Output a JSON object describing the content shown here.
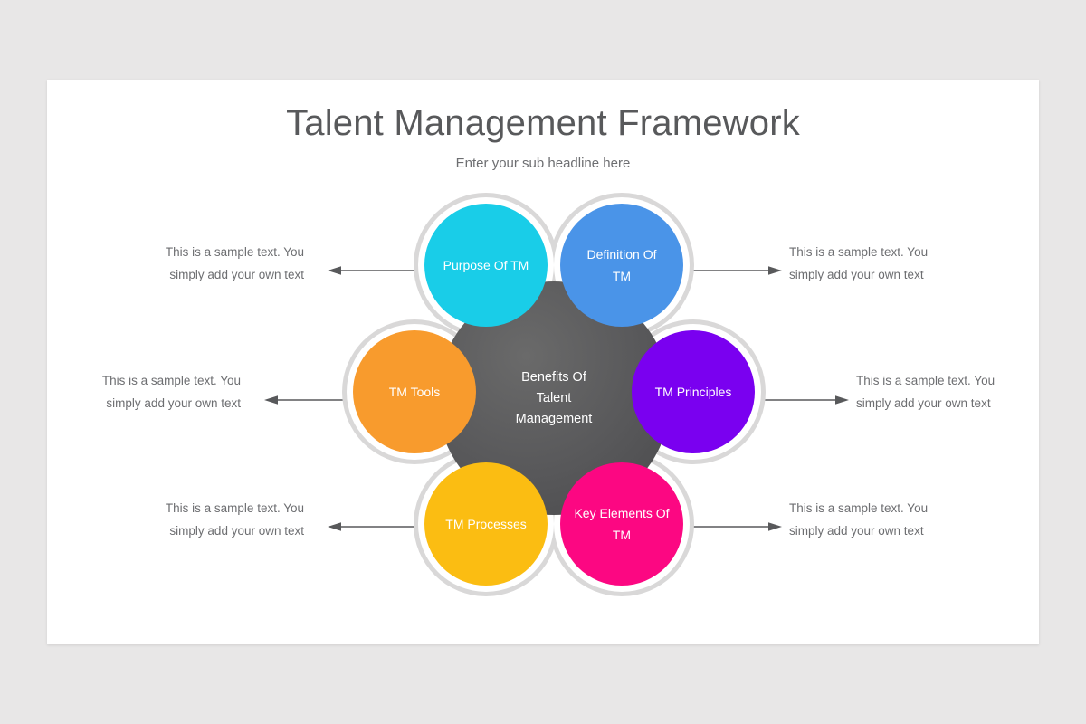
{
  "slide": {
    "title": "Talent Management Framework",
    "subtitle": "Enter your sub headline here",
    "background_color": "#e8e7e7",
    "surface_color": "#ffffff"
  },
  "diagram": {
    "type": "circular-hub-and-spoke",
    "hub": {
      "label_line1": "Benefits Of",
      "label_line2": "Talent",
      "label_line3": "Management",
      "color": "#58585a",
      "text_color": "#ffffff"
    },
    "ring_color": "#d9d8d8",
    "nodes": [
      {
        "id": "purpose-of-tm",
        "label_line1": "Purpose Of TM",
        "label_line2": "",
        "color": "#19cde8",
        "side": "left",
        "position": "top-left"
      },
      {
        "id": "definition-of-tm",
        "label_line1": "Definition Of",
        "label_line2": "TM",
        "color": "#4a94e8",
        "side": "right",
        "position": "top-right"
      },
      {
        "id": "tm-principles",
        "label_line1": "TM Principles",
        "label_line2": "",
        "color": "#7a00f0",
        "side": "right",
        "position": "middle-right"
      },
      {
        "id": "key-elements-of-tm",
        "label_line1": "Key Elements Of",
        "label_line2": "TM",
        "color": "#fc0782",
        "side": "right",
        "position": "bottom-right"
      },
      {
        "id": "tm-processes",
        "label_line1": "TM Processes",
        "label_line2": "",
        "color": "#fbbd12",
        "side": "left",
        "position": "bottom-left"
      },
      {
        "id": "tm-tools",
        "label_line1": "TM Tools",
        "label_line2": "",
        "color": "#f89b2d",
        "side": "left",
        "position": "middle-left"
      }
    ],
    "arrow_color": "#58595b",
    "captions": [
      {
        "id": "caption-purpose-of-tm",
        "line1": "This is a sample text. You",
        "line2": "simply add your own text"
      },
      {
        "id": "caption-definition-of-tm",
        "line1": "This is a sample text. You",
        "line2": "simply add your own text"
      },
      {
        "id": "caption-tm-tools",
        "line1": "This is a sample text. You",
        "line2": "simply add your own text"
      },
      {
        "id": "caption-tm-principles",
        "line1": "This is a sample text. You",
        "line2": "simply add your own text"
      },
      {
        "id": "caption-tm-processes",
        "line1": "This is a sample text. You",
        "line2": "simply add your own text"
      },
      {
        "id": "caption-key-elements-of-tm",
        "line1": "This is a sample text. You",
        "line2": "simply add your own text"
      }
    ]
  }
}
